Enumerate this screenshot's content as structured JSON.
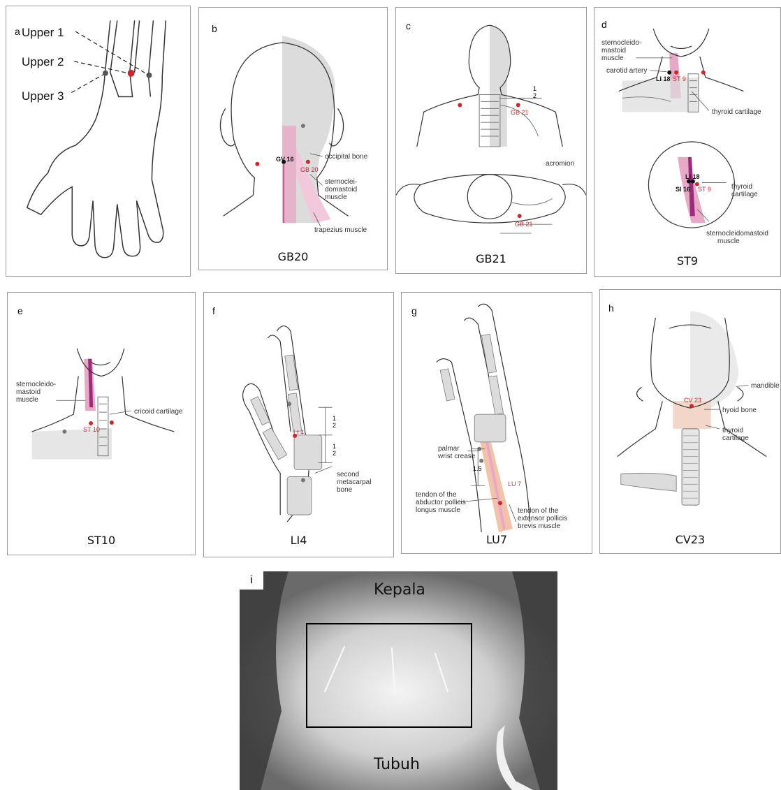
{
  "panels": {
    "a": {
      "letter": "a",
      "labels": [
        "Upper 1",
        "Upper 2",
        "Upper 3"
      ]
    },
    "b": {
      "letter": "b",
      "title": "GB20",
      "points": [
        "GV 16",
        "GB 20"
      ],
      "annotations": [
        "occipital bone",
        "sternoclei-",
        "domastoid",
        "muscle",
        "trapezius muscle"
      ]
    },
    "c": {
      "letter": "c",
      "title": "GB21",
      "points": [
        "GB 21",
        "GB 21"
      ],
      "annotations": [
        "acromion"
      ],
      "fractions": [
        "1",
        "2"
      ]
    },
    "d": {
      "letter": "d",
      "title": "ST9",
      "points": [
        "LI 18",
        "ST 9",
        "LI 18",
        "SI 16",
        "ST 9"
      ],
      "annotations": [
        "sternocleido-",
        "mastoid",
        "muscle",
        "carotid artery",
        "thyroid cartilage",
        "thyroid",
        "cartilage",
        "sternocleidomastoid",
        "muscle"
      ]
    },
    "e": {
      "letter": "e",
      "title": "ST10",
      "points": [
        "ST 10"
      ],
      "annotations": [
        "sternocleido-",
        "mastoid",
        "muscle",
        "cricoid cartilage"
      ]
    },
    "f": {
      "letter": "f",
      "title": "LI4",
      "points": [
        "LI 4"
      ],
      "annotations": [
        "second",
        "metacarpal",
        "bone"
      ],
      "fractions": [
        "1",
        "2"
      ]
    },
    "g": {
      "letter": "g",
      "title": "LU7",
      "points": [
        "LU 7"
      ],
      "annotations": [
        "palmar",
        "wrist crease",
        "1.5",
        "tendon of the",
        "abductor pollicis",
        "longus muscle",
        "tendon of the",
        "extensor pollicis",
        "brevis muscle"
      ]
    },
    "h": {
      "letter": "h",
      "title": "CV23",
      "points": [
        "CV 23"
      ],
      "annotations": [
        "mandible",
        "hyoid bone",
        "thyroid",
        "cartilage"
      ]
    },
    "i": {
      "letter": "i",
      "top_label": "Kepala",
      "bottom_label": "Tubuh"
    }
  },
  "colors": {
    "acupoint_red": "#d0262b",
    "muscle_pink": "#e7a9c6",
    "bone_gray": "#d9d9d9",
    "outline": "#333333"
  }
}
